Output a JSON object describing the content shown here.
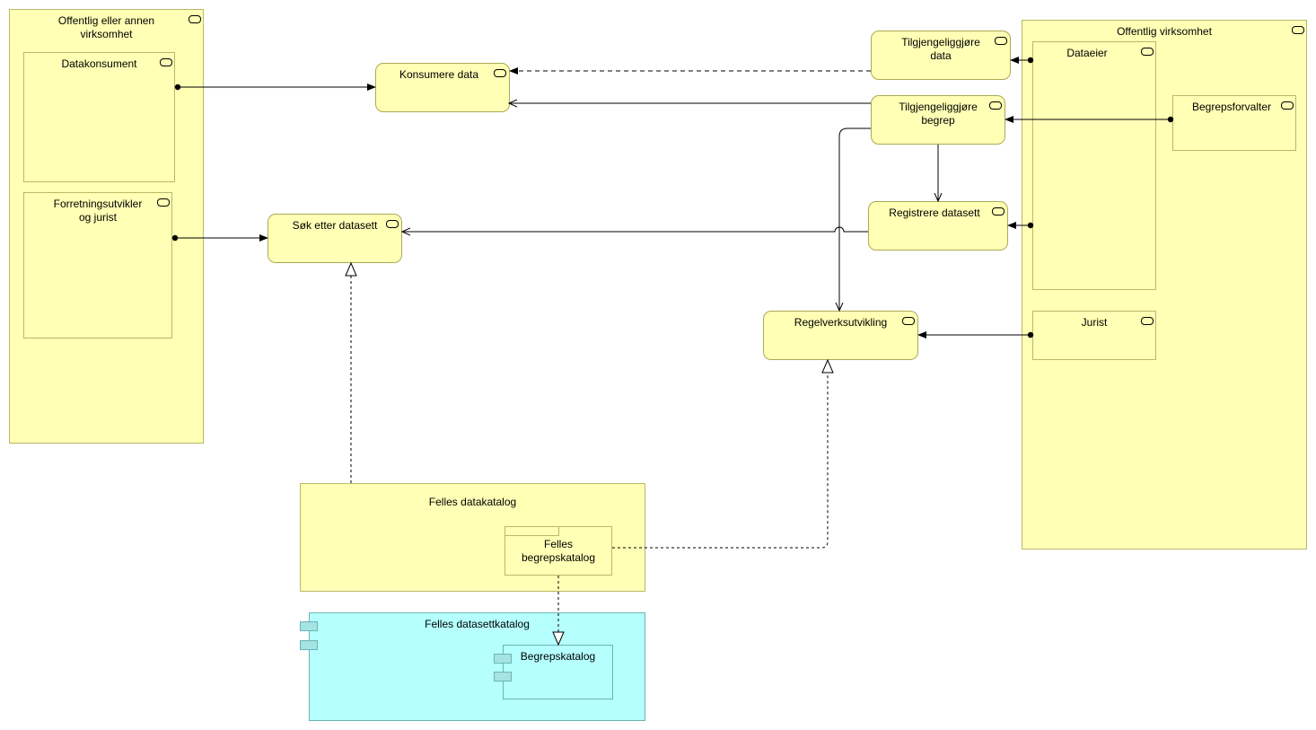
{
  "diagram": {
    "actors": {
      "offentlig_eller_annen": "Offentlig eller annen\nvirksomhet",
      "datakonsument": "Datakonsument",
      "forretningsutvikler": "Forretningsutvikler\nog jurist",
      "offentlig_virksomhet": "Offentlig virksomhet",
      "dataeier": "Dataeier",
      "begrepsforvalter": "Begrepsforvalter",
      "jurist": "Jurist"
    },
    "processes": {
      "konsumere_data": "Konsumere data",
      "sok_etter_datasett": "Søk etter datasett",
      "tilgjengeliggjore_data": "Tilgjengeliggjøre\ndata",
      "tilgjengeliggjore_begrep": "Tilgjengeliggjøre\nbegrep",
      "registrere_datasett": "Registrere datasett",
      "regelverksutvikling": "Regelverksutvikling"
    },
    "products": {
      "felles_datakatalog": "Felles datakatalog",
      "felles_begrepskatalog": "Felles\nbegrepskatalog"
    },
    "components": {
      "felles_datasettkatalog": "Felles datasettkatalog",
      "begrepskatalog": "Begrepskatalog"
    }
  },
  "colors": {
    "business": "#ffffb5",
    "application": "#b5ffff",
    "line": "#000000"
  }
}
